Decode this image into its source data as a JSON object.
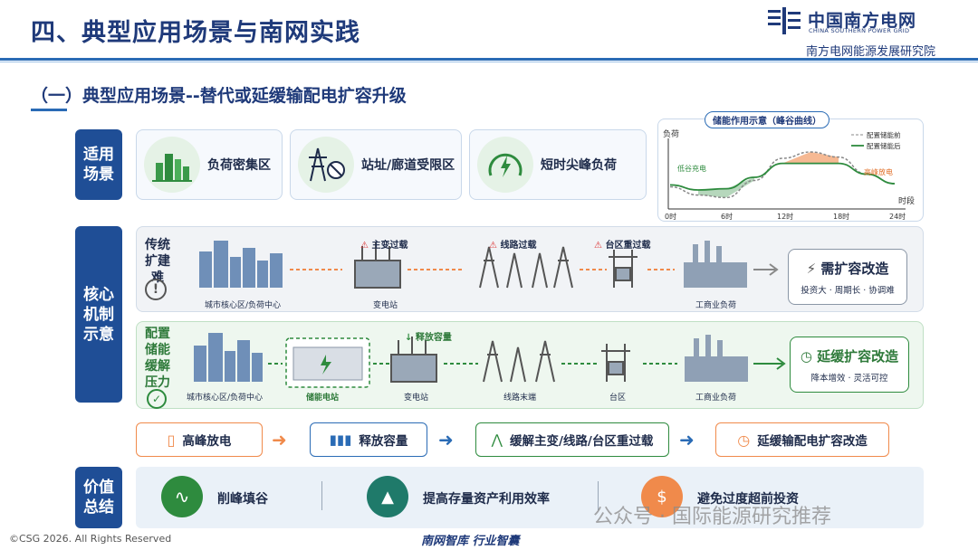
{
  "header": {
    "title": "四、典型应用场景与南网实践",
    "logo_cn": "中国南方电网",
    "logo_en": "CHINA SOUTHERN POWER GRID",
    "institute": "南方电网能源发展研究院"
  },
  "subtitle": "（一）典型应用场景--替代或延缓输配电扩容升级",
  "scenes": {
    "label": "适用\n场景",
    "items": [
      {
        "label": "负荷密集区",
        "icon": "city-buildings-icon"
      },
      {
        "label": "站址/廊道受限区",
        "icon": "transmission-tower-restricted-icon"
      },
      {
        "label": "短时尖峰负荷",
        "icon": "gauge-lightning-icon"
      }
    ]
  },
  "chart": {
    "title": "储能作用示意（峰谷曲线）",
    "ylabel": "负荷",
    "xlabel": "时段",
    "legend_before": "配置储能前",
    "legend_after": "配置储能后",
    "valley_label": "低谷充电",
    "peak_label": "高峰放电",
    "colors": {
      "before": "#888888",
      "after": "#2e8b3e",
      "peak": "#f08a4b",
      "valley": "#2e8b3e"
    }
  },
  "chart_data": {
    "type": "line",
    "title": "储能作用示意（峰谷曲线）",
    "xlabel": "时段",
    "ylabel": "负荷",
    "categories": [
      "0时",
      "6时",
      "12时",
      "18时",
      "24时"
    ],
    "x": [
      0,
      3,
      6,
      9,
      12,
      15,
      18,
      21,
      24
    ],
    "series": [
      {
        "name": "配置储能前",
        "values": [
          0.35,
          0.22,
          0.18,
          0.45,
          0.8,
          0.9,
          0.82,
          0.55,
          0.4
        ]
      },
      {
        "name": "配置储能后",
        "values": [
          0.38,
          0.3,
          0.32,
          0.5,
          0.72,
          0.72,
          0.72,
          0.55,
          0.4
        ]
      }
    ],
    "annotations": [
      "低谷充电",
      "高峰放电"
    ],
    "legend": "top-right"
  },
  "mechanism": {
    "label": "核心\n机制\n示意",
    "traditional": {
      "label": "传统\n扩建难",
      "captions": [
        "城市核心区/负荷中心",
        "变电站",
        "工商业负荷"
      ],
      "warnings": [
        "主变过载",
        "线路过载",
        "台区重过载"
      ],
      "result_title": "需扩容改造",
      "result_sub": "投资大 · 周期长 · 协调难"
    },
    "storage": {
      "label": "配置\n储能\n缓解\n压力",
      "captions": [
        "城市核心区/负荷中心",
        "储能电站",
        "变电站",
        "线路末端",
        "台区",
        "工商业负荷"
      ],
      "release": "释放容量",
      "result_title": "延缓扩容改造",
      "result_sub": "降本增效 · 灵活可控"
    }
  },
  "flow": [
    {
      "label": "高峰放电",
      "icon": "battery-bolt-icon"
    },
    {
      "label": "释放容量",
      "icon": "bar-chart-icon"
    },
    {
      "label": "缓解主变/线路/台区重过载",
      "icon": "tower-icon"
    },
    {
      "label": "延缓输配电扩容改造",
      "icon": "clock-icon"
    }
  ],
  "value": {
    "label": "价值\n总结",
    "items": [
      {
        "label": "削峰填谷"
      },
      {
        "label": "提高存量资产利用效率"
      },
      {
        "label": "避免过度超前投资"
      }
    ]
  },
  "footer": {
    "copyright": "©CSG 2026. All Rights Reserved",
    "center": "南网智库  行业智囊",
    "watermark": "公众号 · 国际能源研究推荐"
  }
}
